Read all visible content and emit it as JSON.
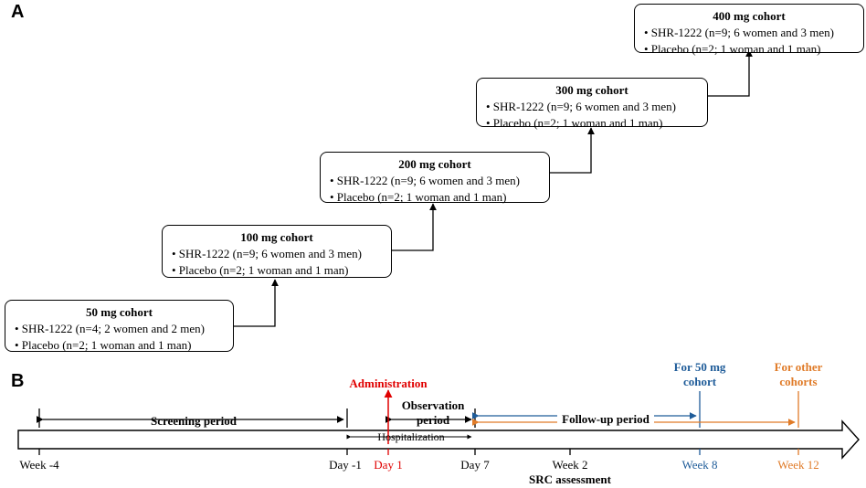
{
  "panel_a": "A",
  "panel_b": "B",
  "cohorts": [
    {
      "title": "50 mg cohort",
      "drug": "• SHR-1222 (n=4; 2 women and 2 men)",
      "placebo": "• Placebo (n=2; 1 woman and 1 man)"
    },
    {
      "title": "100 mg cohort",
      "drug": "• SHR-1222 (n=9; 6 women and 3 men)",
      "placebo": "• Placebo (n=2; 1 woman and 1 man)"
    },
    {
      "title": "200 mg cohort",
      "drug": "• SHR-1222 (n=9; 6 women and 3 men)",
      "placebo": "• Placebo (n=2; 1 woman and 1 man)"
    },
    {
      "title": "300 mg cohort",
      "drug": "• SHR-1222 (n=9; 6 women and 3 men)",
      "placebo": "• Placebo (n=2; 1 woman and 1 man)"
    },
    {
      "title": "400 mg cohort",
      "drug": "• SHR-1222 (n=9; 6 women and 3 men)",
      "placebo": "• Placebo (n=2; 1 woman and 1 man)"
    }
  ],
  "timeline": {
    "screening": "Screening period",
    "administration": "Administration",
    "observation_1": "Observation",
    "observation_2": "period",
    "hospitalization": "Hospitalization",
    "followup": "Follow-up period",
    "for50_1": "For 50 mg",
    "for50_2": "cohort",
    "forother_1": "For other",
    "forother_2": "cohorts",
    "ticks": {
      "week_m4": "Week -4",
      "day_m1": "Day -1",
      "day1": "Day 1",
      "day7": "Day 7",
      "week2": "Week 2",
      "week8": "Week 8",
      "week12": "Week 12"
    },
    "src": "SRC assessment"
  },
  "colors": {
    "red": "#e00000",
    "blue": "#1f5c99",
    "orange": "#e07b28",
    "black": "#000000"
  }
}
